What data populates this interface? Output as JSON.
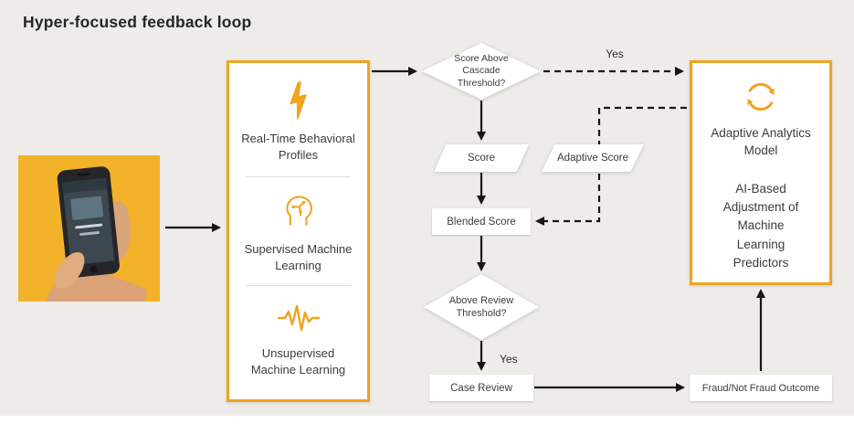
{
  "title": "Hyper-focused feedback loop",
  "colors": {
    "accent": "#F0A41E",
    "photo_bg": "#F2B229",
    "background": "#EDECE8",
    "arrow": "#161616",
    "text": "#3D3D3D"
  },
  "photo": {
    "description": "hand holding smartphone on yellow background"
  },
  "inputs_panel": {
    "items": [
      {
        "icon": "lightning-icon",
        "label": "Real-Time Behavioral Profiles"
      },
      {
        "icon": "head-circuit-icon",
        "label": "Supervised Machine Learning"
      },
      {
        "icon": "waveform-icon",
        "label": "Unsupervised Machine Learning"
      }
    ]
  },
  "flow": {
    "cascade_decision": "Score Above Cascade Threshold?",
    "yes_top": "Yes",
    "score": "Score",
    "adaptive_score": "Adaptive Score",
    "blended_score": "Blended Score",
    "review_decision": "Above Review Threshold?",
    "yes_bottom": "Yes",
    "case_review": "Case Review",
    "fraud_outcome": "Fraud/Not Fraud Outcome"
  },
  "model_panel": {
    "icon": "cycle-icon",
    "title": "Adaptive Analytics Model",
    "subtitle": "AI-Based Adjustment of Machine Learning Predictors"
  }
}
